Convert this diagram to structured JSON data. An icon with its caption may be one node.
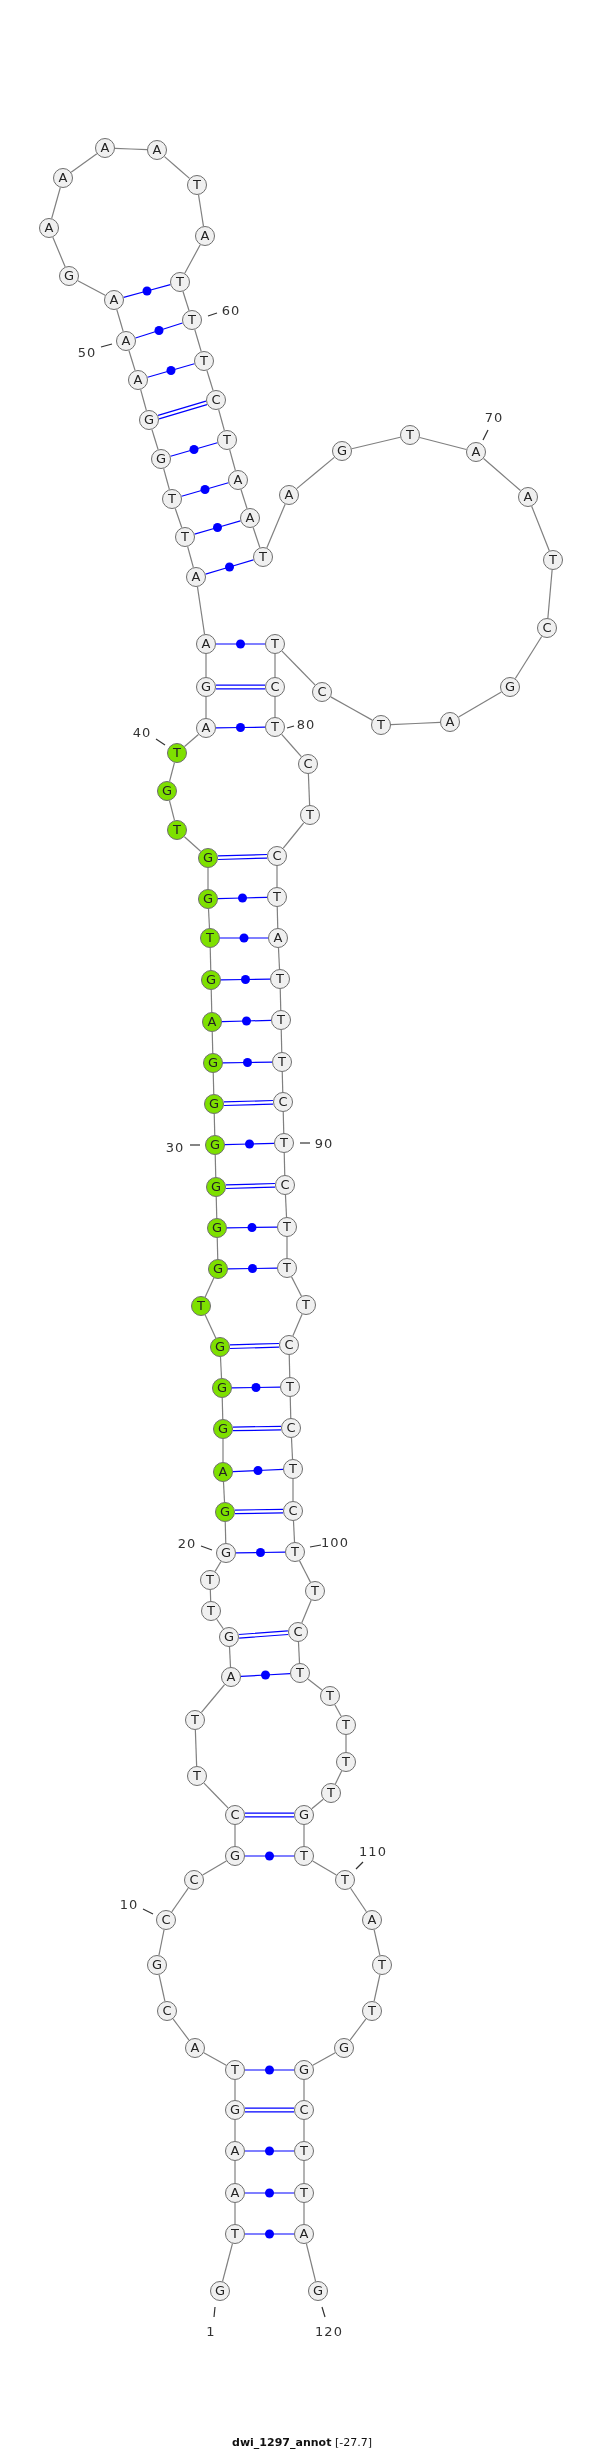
{
  "diagram": {
    "caption": "**dwi_1297_annot** [-27.7]",
    "nodes": [
      {
        "text": [
          "G"
        ],
        "beside": [
          "1"
        ]
      },
      {
        "text": [
          "T"
        ]
      },
      {
        "text": [
          "A"
        ]
      },
      {
        "text": [
          "A"
        ]
      },
      {
        "text": [
          "G"
        ]
      },
      {
        "text": [
          "T"
        ]
      },
      {
        "text": [
          "A"
        ]
      },
      {
        "text": [
          "C"
        ]
      },
      {
        "text": [
          "G"
        ]
      },
      {
        "text": [
          "C"
        ],
        "beside": [
          "10"
        ]
      },
      {
        "text": [
          "C"
        ]
      },
      {
        "text": [
          "G"
        ]
      },
      {
        "text": [
          "C"
        ]
      },
      {
        "text": [
          "T"
        ]
      },
      {
        "text": [
          "T"
        ]
      },
      {
        "text": [
          "A"
        ]
      },
      {
        "text": [
          "G"
        ]
      },
      {
        "text": [
          "T"
        ]
      },
      {
        "text": [
          "T"
        ]
      },
      {
        "text": [
          "G"
        ],
        "beside": [
          "20"
        ]
      },
      {
        "text": [
          "G"
        ]
      },
      {
        "text": [
          "A"
        ]
      },
      {
        "text": [
          "G"
        ]
      },
      {
        "text": [
          "G"
        ]
      },
      {
        "text": [
          "G"
        ]
      },
      {
        "text": [
          "T"
        ]
      },
      {
        "text": [
          "G"
        ]
      },
      {
        "text": [
          "G"
        ]
      },
      {
        "text": [
          "G"
        ]
      },
      {
        "text": [
          "G"
        ],
        "beside": [
          "30"
        ]
      },
      {
        "text": [
          "G"
        ]
      },
      {
        "text": [
          "G"
        ]
      },
      {
        "text": [
          "A"
        ]
      },
      {
        "text": [
          "G"
        ]
      },
      {
        "text": [
          "T"
        ]
      },
      {
        "text": [
          "G"
        ]
      },
      {
        "text": [
          "G"
        ]
      },
      {
        "text": [
          "T"
        ]
      },
      {
        "text": [
          "G"
        ]
      },
      {
        "text": [
          "T"
        ],
        "beside": [
          "40"
        ]
      },
      {
        "text": [
          "A"
        ]
      },
      {
        "text": [
          "G"
        ]
      },
      {
        "text": [
          "A"
        ]
      },
      {
        "text": [
          "A"
        ]
      },
      {
        "text": [
          "T"
        ]
      },
      {
        "text": [
          "T"
        ]
      },
      {
        "text": [
          "G"
        ]
      },
      {
        "text": [
          "G"
        ]
      },
      {
        "text": [
          "A"
        ]
      },
      {
        "text": [
          "A"
        ],
        "beside": [
          "50"
        ]
      },
      {
        "text": [
          "A"
        ]
      },
      {
        "text": [
          "G"
        ]
      },
      {
        "text": [
          "A"
        ]
      },
      {
        "text": [
          "A"
        ]
      },
      {
        "text": [
          "A"
        ]
      },
      {
        "text": [
          "A"
        ]
      },
      {
        "text": [
          "T"
        ]
      },
      {
        "text": [
          "A"
        ]
      },
      {
        "text": [
          "T"
        ]
      },
      {
        "text": [
          "T"
        ],
        "beside": [
          "60"
        ]
      },
      {
        "text": [
          "T"
        ]
      },
      {
        "text": [
          "C"
        ]
      },
      {
        "text": [
          "T"
        ]
      },
      {
        "text": [
          "A"
        ]
      },
      {
        "text": [
          "A"
        ]
      },
      {
        "text": [
          "T"
        ]
      },
      {
        "text": [
          "A"
        ]
      },
      {
        "text": [
          "G"
        ]
      },
      {
        "text": [
          "T"
        ]
      },
      {
        "text": [
          "A"
        ],
        "beside": [
          "70"
        ]
      },
      {
        "text": [
          "A"
        ]
      },
      {
        "text": [
          "T"
        ]
      },
      {
        "text": [
          "C"
        ]
      },
      {
        "text": [
          "G"
        ]
      },
      {
        "text": [
          "A"
        ]
      },
      {
        "text": [
          "T"
        ]
      },
      {
        "text": [
          "C"
        ]
      },
      {
        "text": [
          "T"
        ]
      },
      {
        "text": [
          "C"
        ]
      },
      {
        "text": [
          "T"
        ],
        "beside": [
          "80"
        ]
      },
      {
        "text": [
          "C"
        ]
      },
      {
        "text": [
          "T"
        ]
      },
      {
        "text": [
          "C"
        ]
      },
      {
        "text": [
          "T"
        ]
      },
      {
        "text": [
          "A"
        ]
      },
      {
        "text": [
          "T"
        ]
      },
      {
        "text": [
          "T"
        ]
      },
      {
        "text": [
          "T"
        ]
      },
      {
        "text": [
          "C"
        ]
      },
      {
        "text": [
          "T"
        ],
        "beside": [
          "90"
        ]
      },
      {
        "text": [
          "C"
        ]
      },
      {
        "text": [
          "T"
        ]
      },
      {
        "text": [
          "T"
        ]
      },
      {
        "text": [
          "T"
        ]
      },
      {
        "text": [
          "C"
        ]
      },
      {
        "text": [
          "T"
        ]
      },
      {
        "text": [
          "C"
        ]
      },
      {
        "text": [
          "T"
        ]
      },
      {
        "text": [
          "C"
        ]
      },
      {
        "text": [
          "T"
        ],
        "beside": [
          "100"
        ]
      },
      {
        "text": [
          "T"
        ]
      },
      {
        "text": [
          "C"
        ]
      },
      {
        "text": [
          "T"
        ]
      },
      {
        "text": [
          "T"
        ]
      },
      {
        "text": [
          "T"
        ]
      },
      {
        "text": [
          "T"
        ]
      },
      {
        "text": [
          "T"
        ]
      },
      {
        "text": [
          "G"
        ]
      },
      {
        "text": [
          "T"
        ]
      },
      {
        "text": [
          "T"
        ],
        "beside": [
          "110"
        ]
      },
      {
        "text": [
          "A"
        ]
      },
      {
        "text": [
          "T"
        ]
      },
      {
        "text": [
          "T"
        ]
      },
      {
        "text": [
          "G"
        ]
      },
      {
        "text": [
          "G"
        ]
      },
      {
        "text": [
          "C"
        ]
      },
      {
        "text": [
          "T"
        ]
      },
      {
        "text": [
          "T"
        ]
      },
      {
        "text": [
          "A"
        ]
      },
      {
        "text": [
          "G"
        ],
        "beside": [
          "120"
        ]
      }
    ],
    "edges": [
      {
        "from": 0,
        "to": 1,
        "arrow": "none"
      },
      {
        "from": 1,
        "to": 2,
        "arrow": "none"
      },
      {
        "from": 2,
        "to": 3,
        "arrow": "none"
      },
      {
        "from": 3,
        "to": 4,
        "arrow": "none"
      },
      {
        "from": 4,
        "to": 5,
        "arrow": "none"
      },
      {
        "from": 5,
        "to": 6,
        "arrow": "none"
      },
      {
        "from": 6,
        "to": 7,
        "arrow": "none"
      },
      {
        "from": 7,
        "to": 8,
        "arrow": "none"
      },
      {
        "from": 8,
        "to": 9,
        "arrow": "none"
      },
      {
        "from": 9,
        "to": 10,
        "arrow": "none"
      },
      {
        "from": 10,
        "to": 11,
        "arrow": "none"
      },
      {
        "from": 11,
        "to": 12,
        "arrow": "none"
      },
      {
        "from": 12,
        "to": 13,
        "arrow": "none"
      },
      {
        "from": 13,
        "to": 14,
        "arrow": "none"
      },
      {
        "from": 14,
        "to": 15,
        "arrow": "none"
      },
      {
        "from": 15,
        "to": 16,
        "arrow": "none"
      },
      {
        "from": 16,
        "to": 17,
        "arrow": "none"
      },
      {
        "from": 17,
        "to": 18,
        "arrow": "none"
      },
      {
        "from": 18,
        "to": 19,
        "arrow": "none"
      },
      {
        "from": 19,
        "to": 20,
        "arrow": "none"
      },
      {
        "from": 20,
        "to": 21,
        "arrow": "none"
      },
      {
        "from": 21,
        "to": 22,
        "arrow": "none"
      },
      {
        "from": 22,
        "to": 23,
        "arrow": "none"
      },
      {
        "from": 23,
        "to": 24,
        "arrow": "none"
      },
      {
        "from": 24,
        "to": 25,
        "arrow": "none"
      },
      {
        "from": 25,
        "to": 26,
        "arrow": "none"
      },
      {
        "from": 26,
        "to": 27,
        "arrow": "none"
      },
      {
        "from": 27,
        "to": 28,
        "arrow": "none"
      },
      {
        "from": 28,
        "to": 29,
        "arrow": "none"
      },
      {
        "from": 29,
        "to": 30,
        "arrow": "none"
      },
      {
        "from": 30,
        "to": 31,
        "arrow": "none"
      },
      {
        "from": 31,
        "to": 32,
        "arrow": "none"
      },
      {
        "from": 32,
        "to": 33,
        "arrow": "none"
      },
      {
        "from": 33,
        "to": 34,
        "arrow": "none"
      },
      {
        "from": 34,
        "to": 35,
        "arrow": "none"
      },
      {
        "from": 35,
        "to": 36,
        "arrow": "none"
      },
      {
        "from": 36,
        "to": 37,
        "arrow": "none"
      },
      {
        "from": 37,
        "to": 38,
        "arrow": "none"
      },
      {
        "from": 38,
        "to": 39,
        "arrow": "none"
      },
      {
        "from": 39,
        "to": 40,
        "arrow": "none"
      },
      {
        "from": 40,
        "to": 41,
        "arrow": "none"
      },
      {
        "from": 41,
        "to": 42,
        "arrow": "none"
      },
      {
        "from": 42,
        "to": 43,
        "arrow": "none"
      },
      {
        "from": 43,
        "to": 44,
        "arrow": "none"
      },
      {
        "from": 44,
        "to": 45,
        "arrow": "none"
      },
      {
        "from": 45,
        "to": 46,
        "arrow": "none"
      },
      {
        "from": 46,
        "to": 47,
        "arrow": "none"
      },
      {
        "from": 47,
        "to": 48,
        "arrow": "none"
      },
      {
        "from": 48,
        "to": 49,
        "arrow": "none"
      },
      {
        "from": 49,
        "to": 50,
        "arrow": "none"
      },
      {
        "from": 50,
        "to": 51,
        "arrow": "none"
      },
      {
        "from": 51,
        "to": 52,
        "arrow": "none"
      },
      {
        "from": 52,
        "to": 53,
        "arrow": "none"
      },
      {
        "from": 53,
        "to": 54,
        "arrow": "none"
      },
      {
        "from": 54,
        "to": 55,
        "arrow": "none"
      },
      {
        "from": 55,
        "to": 56,
        "arrow": "none"
      },
      {
        "from": 56,
        "to": 57,
        "arrow": "none"
      },
      {
        "from": 57,
        "to": 58,
        "arrow": "none"
      },
      {
        "from": 58,
        "to": 59,
        "arrow": "none"
      },
      {
        "from": 59,
        "to": 60,
        "arrow": "none"
      },
      {
        "from": 60,
        "to": 61,
        "arrow": "none"
      },
      {
        "from": 61,
        "to": 62,
        "arrow": "none"
      },
      {
        "from": 62,
        "to": 63,
        "arrow": "none"
      },
      {
        "from": 63,
        "to": 64,
        "arrow": "none"
      },
      {
        "from": 64,
        "to": 65,
        "arrow": "none"
      },
      {
        "from": 65,
        "to": 66,
        "arrow": "none"
      },
      {
        "from": 66,
        "to": 67,
        "arrow": "none"
      },
      {
        "from": 67,
        "to": 68,
        "arrow": "none"
      },
      {
        "from": 68,
        "to": 69,
        "arrow": "none"
      },
      {
        "from": 69,
        "to": 70,
        "arrow": "none"
      },
      {
        "from": 70,
        "to": 71,
        "arrow": "none"
      },
      {
        "from": 71,
        "to": 72,
        "arrow": "none"
      },
      {
        "from": 72,
        "to": 73,
        "arrow": "none"
      },
      {
        "from": 73,
        "to": 74,
        "arrow": "none"
      },
      {
        "from": 74,
        "to": 75,
        "arrow": "none"
      },
      {
        "from": 75,
        "to": 76,
        "arrow": "none"
      },
      {
        "from": 76,
        "to": 77,
        "arrow": "none"
      },
      {
        "from": 77,
        "to": 78,
        "arrow": "none"
      },
      {
        "from": 78,
        "to": 79,
        "arrow": "none"
      },
      {
        "from": 79,
        "to": 80,
        "arrow": "none"
      },
      {
        "from": 80,
        "to": 81,
        "arrow": "none"
      },
      {
        "from": 81,
        "to": 82,
        "arrow": "none"
      },
      {
        "from": 82,
        "to": 83,
        "arrow": "none"
      },
      {
        "from": 83,
        "to": 84,
        "arrow": "none"
      },
      {
        "from": 84,
        "to": 85,
        "arrow": "none"
      },
      {
        "from": 85,
        "to": 86,
        "arrow": "none"
      },
      {
        "from": 86,
        "to": 87,
        "arrow": "none"
      },
      {
        "from": 87,
        "to": 88,
        "arrow": "none"
      },
      {
        "from": 88,
        "to": 89,
        "arrow": "none"
      },
      {
        "from": 89,
        "to": 90,
        "arrow": "none"
      },
      {
        "from": 90,
        "to": 91,
        "arrow": "none"
      },
      {
        "from": 91,
        "to": 92,
        "arrow": "none"
      },
      {
        "from": 92,
        "to": 93,
        "arrow": "none"
      },
      {
        "from": 93,
        "to": 94,
        "arrow": "none"
      },
      {
        "from": 94,
        "to": 95,
        "arrow": "none"
      },
      {
        "from": 95,
        "to": 96,
        "arrow": "none"
      },
      {
        "from": 96,
        "to": 97,
        "arrow": "none"
      },
      {
        "from": 97,
        "to": 98,
        "arrow": "none"
      },
      {
        "from": 98,
        "to": 99,
        "arrow": "none"
      },
      {
        "from": 99,
        "to": 100,
        "arrow": "none"
      },
      {
        "from": 100,
        "to": 101,
        "arrow": "none"
      },
      {
        "from": 101,
        "to": 102,
        "arrow": "none"
      },
      {
        "from": 102,
        "to": 103,
        "arrow": "none"
      },
      {
        "from": 103,
        "to": 104,
        "arrow": "none"
      },
      {
        "from": 104,
        "to": 105,
        "arrow": "none"
      },
      {
        "from": 105,
        "to": 106,
        "arrow": "none"
      },
      {
        "from": 106,
        "to": 107,
        "arrow": "none"
      },
      {
        "from": 107,
        "to": 108,
        "arrow": "none"
      },
      {
        "from": 108,
        "to": 109,
        "arrow": "none"
      },
      {
        "from": 109,
        "to": 110,
        "arrow": "none"
      },
      {
        "from": 110,
        "to": 111,
        "arrow": "none"
      },
      {
        "from": 111,
        "to": 112,
        "arrow": "none"
      },
      {
        "from": 112,
        "to": 113,
        "arrow": "none"
      },
      {
        "from": 113,
        "to": 114,
        "arrow": "none"
      },
      {
        "from": 114,
        "to": 115,
        "arrow": "none"
      },
      {
        "from": 115,
        "to": 116,
        "arrow": "none"
      },
      {
        "from": 116,
        "to": 117,
        "arrow": "none"
      },
      {
        "from": 117,
        "to": 118,
        "arrow": "none"
      },
      {
        "from": 118,
        "to": 119,
        "arrow": "none"
      },
      {
        "from": 1,
        "to": 118,
        "arrow": "none",
        "color": "#0000ff"
      },
      {
        "from": 2,
        "to": 117,
        "arrow": "none",
        "color": "#0000ff"
      },
      {
        "from": 3,
        "to": 116,
        "arrow": "none",
        "color": "#0000ff"
      },
      {
        "from": 4,
        "to": 115,
        "arrow": "none",
        "color": "#0000ff"
      },
      {
        "from": 5,
        "to": 114,
        "arrow": "none",
        "color": "#0000ff"
      },
      {
        "from": 11,
        "to": 108,
        "arrow": "none",
        "color": "#0000ff"
      },
      {
        "from": 12,
        "to": 107,
        "arrow": "none",
        "color": "#0000ff"
      },
      {
        "from": 15,
        "to": 102,
        "arrow": "none",
        "color": "#0000ff"
      },
      {
        "from": 16,
        "to": 101,
        "arrow": "none",
        "color": "#0000ff"
      },
      {
        "from": 19,
        "to": 99,
        "arrow": "none",
        "color": "#0000ff"
      },
      {
        "from": 20,
        "to": 98,
        "arrow": "none",
        "color": "#0000ff"
      },
      {
        "from": 21,
        "to": 97,
        "arrow": "none",
        "color": "#0000ff"
      },
      {
        "from": 22,
        "to": 96,
        "arrow": "none",
        "color": "#0000ff"
      },
      {
        "from": 23,
        "to": 95,
        "arrow": "none",
        "color": "#0000ff"
      },
      {
        "from": 24,
        "to": 94,
        "arrow": "none",
        "color": "#0000ff"
      },
      {
        "from": 26,
        "to": 92,
        "arrow": "none",
        "color": "#0000ff"
      },
      {
        "from": 27,
        "to": 91,
        "arrow": "none",
        "color": "#0000ff"
      },
      {
        "from": 28,
        "to": 90,
        "arrow": "none",
        "color": "#0000ff"
      },
      {
        "from": 29,
        "to": 89,
        "arrow": "none",
        "color": "#0000ff"
      },
      {
        "from": 30,
        "to": 88,
        "arrow": "none",
        "color": "#0000ff"
      },
      {
        "from": 31,
        "to": 87,
        "arrow": "none",
        "color": "#0000ff"
      },
      {
        "from": 32,
        "to": 86,
        "arrow": "none",
        "color": "#0000ff"
      },
      {
        "from": 33,
        "to": 85,
        "arrow": "none",
        "color": "#0000ff"
      },
      {
        "from": 34,
        "to": 84,
        "arrow": "none",
        "color": "#0000ff"
      },
      {
        "from": 35,
        "to": 83,
        "arrow": "none",
        "color": "#0000ff"
      },
      {
        "from": 36,
        "to": 82,
        "arrow": "none",
        "color": "#0000ff"
      },
      {
        "from": 40,
        "to": 79,
        "arrow": "none",
        "color": "#0000ff"
      },
      {
        "from": 41,
        "to": 78,
        "arrow": "none",
        "color": "#0000ff"
      },
      {
        "from": 42,
        "to": 77,
        "arrow": "none",
        "color": "#0000ff"
      },
      {
        "from": 43,
        "to": 65,
        "arrow": "none",
        "color": "#0000ff"
      },
      {
        "from": 44,
        "to": 64,
        "arrow": "none",
        "color": "#0000ff"
      },
      {
        "from": 45,
        "to": 63,
        "arrow": "none",
        "color": "#0000ff"
      },
      {
        "from": 46,
        "to": 62,
        "arrow": "none",
        "color": "#0000ff"
      },
      {
        "from": 47,
        "to": 61,
        "arrow": "none",
        "color": "#0000ff"
      },
      {
        "from": 48,
        "to": 60,
        "arrow": "none",
        "color": "#0000ff"
      },
      {
        "from": 49,
        "to": 59,
        "arrow": "none",
        "color": "#0000ff"
      },
      {
        "from": 50,
        "to": 58,
        "arrow": "none",
        "color": "#0000ff"
      }
    ]
  }
}
